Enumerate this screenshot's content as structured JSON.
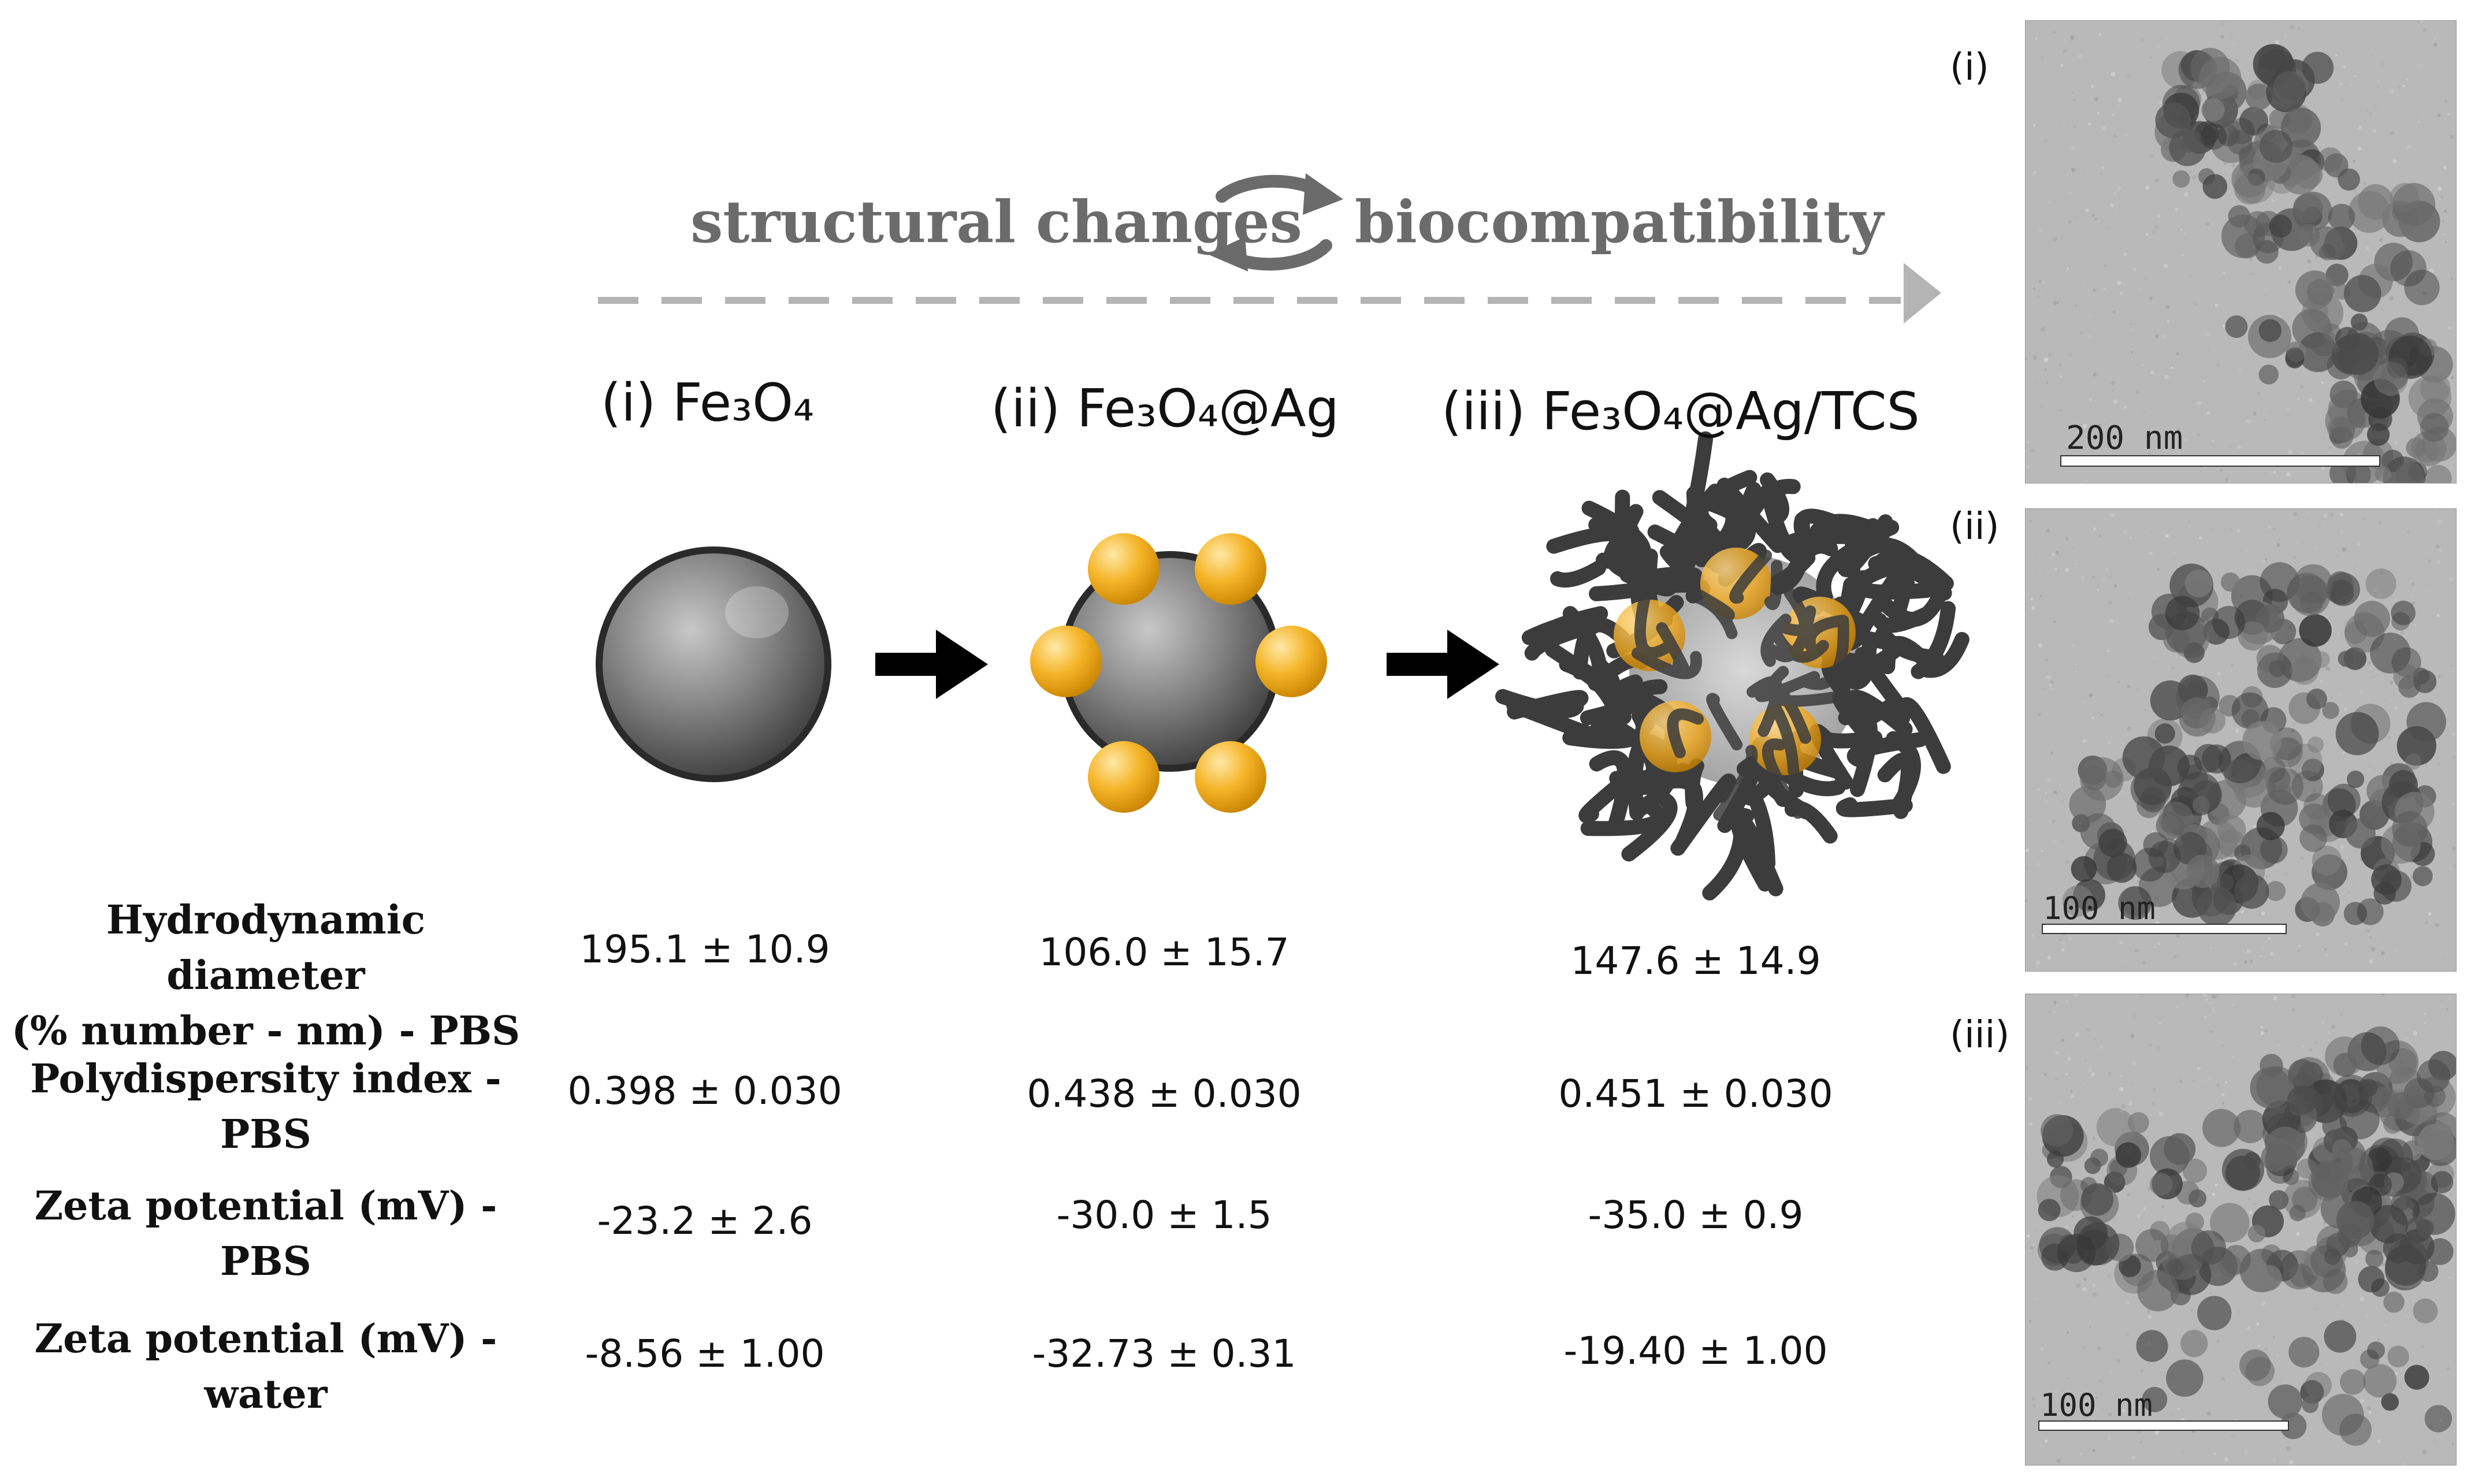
{
  "header": {
    "left_text": "structural changes",
    "right_text": "biocompatibility"
  },
  "samples": [
    {
      "label_prefix": "(i) ",
      "formula": "Fe₃O₄"
    },
    {
      "label_prefix": "(ii) ",
      "formula": "Fe₃O₄@Ag"
    },
    {
      "label_prefix": "(iii) ",
      "formula": "Fe₃O₄@Ag/TCS"
    }
  ],
  "table": {
    "rows": [
      {
        "label_line1": "Hydrodynamic diameter",
        "label_line2": "(% number - nm) - PBS",
        "values": [
          "195.1 ± 10.9",
          "106.0 ± 15.7",
          "147.6 ± 14.9"
        ]
      },
      {
        "label_line1": "Polydispersity index -",
        "label_line2": "PBS",
        "values": [
          "0.398 ± 0.030",
          "0.438 ± 0.030",
          "0.451 ± 0.030"
        ]
      },
      {
        "label_line1": "Zeta potential (mV) -",
        "label_line2": "PBS",
        "values": [
          "-23.2 ± 2.6",
          "-30.0 ± 1.5",
          "-35.0 ± 0.9"
        ]
      },
      {
        "label_line1": "Zeta potential (mV) -",
        "label_line2": "water",
        "values": [
          "-8.56 ± 1.00",
          "-32.73 ± 0.31",
          "-19.40 ± 1.00"
        ]
      }
    ]
  },
  "tem_panels": [
    {
      "tag": "(i)",
      "scale": "200 nm"
    },
    {
      "tag": "(ii)",
      "scale": "100 nm"
    },
    {
      "tag": "(iii)",
      "scale": "100 nm"
    }
  ],
  "colors": {
    "header_text": "#6b6b6b",
    "arrow_dash": "#b4b4b4",
    "silver": "#f2b022",
    "core": "#7a7a7a",
    "polymer": "#3c3c3c"
  }
}
